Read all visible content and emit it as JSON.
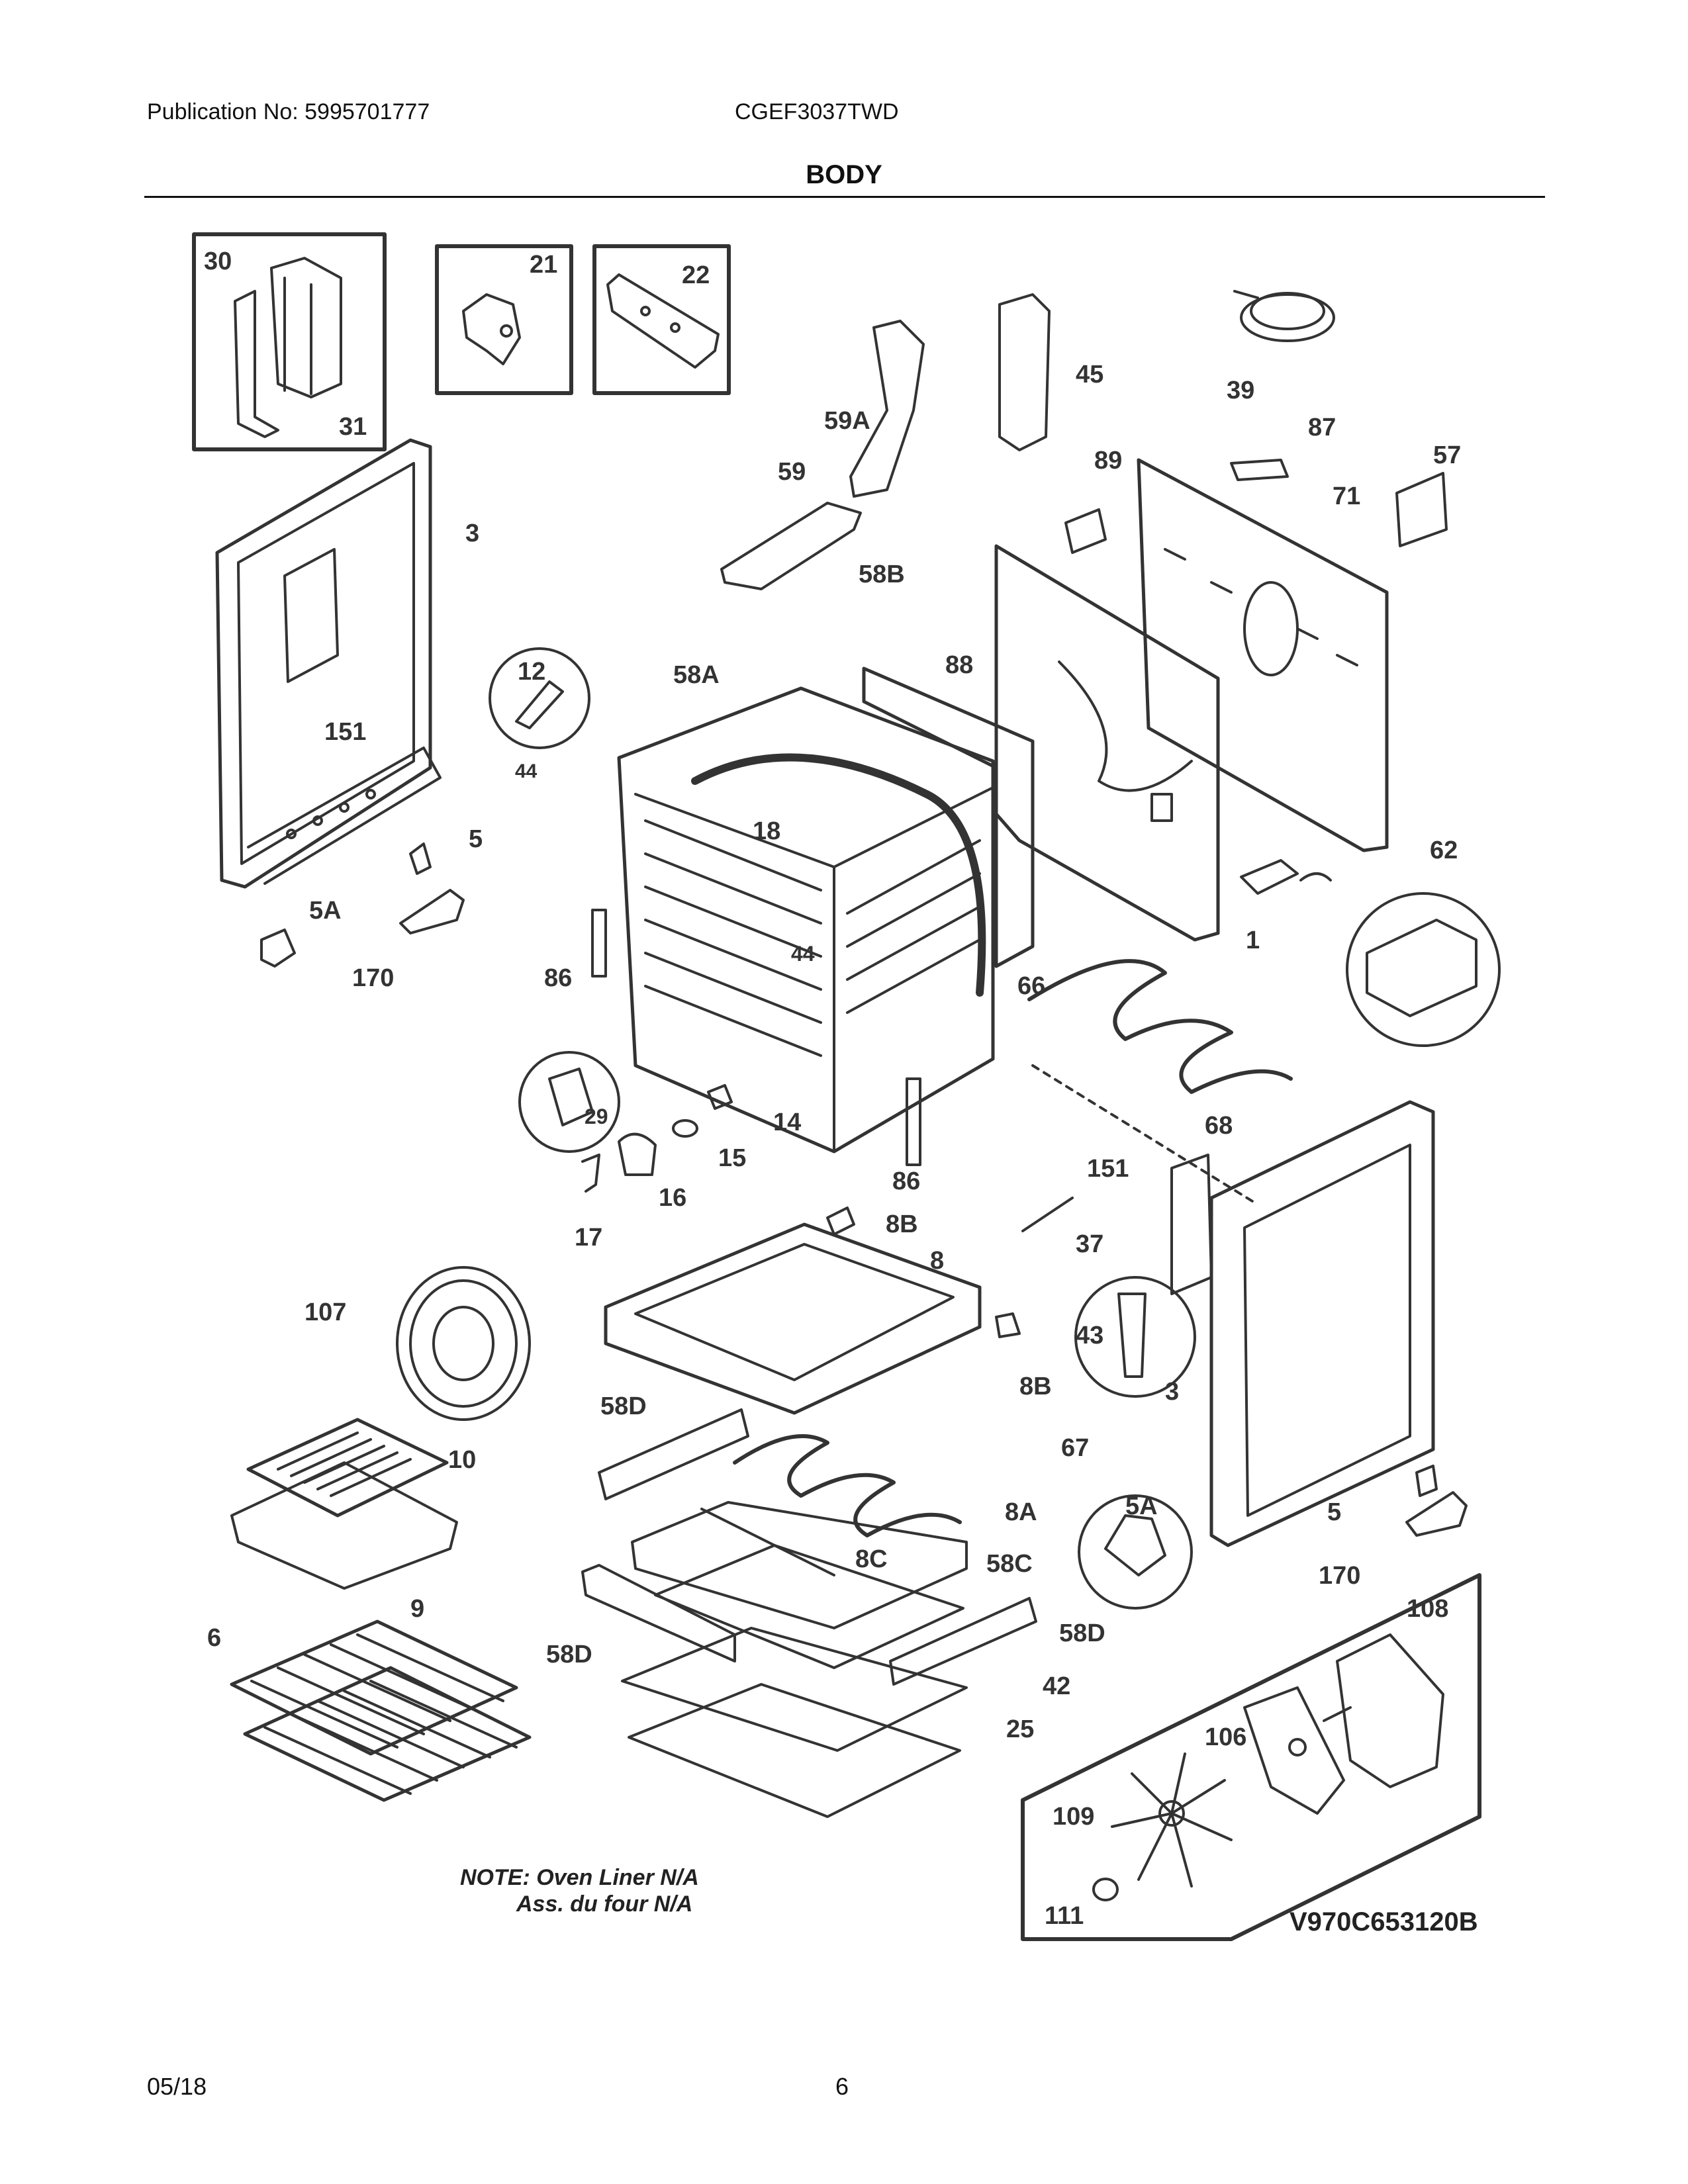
{
  "header": {
    "publication": "Publication No: 5995701777",
    "model": "CGEF3037TWD",
    "title": "BODY"
  },
  "callouts": {
    "c30": "30",
    "c31": "31",
    "c21": "21",
    "c22": "22",
    "c45": "45",
    "c39": "39",
    "c59a": "59A",
    "c59": "59",
    "c87": "87",
    "c57": "57",
    "c89": "89",
    "c71": "71",
    "c3a": "3",
    "c58b": "58B",
    "c88": "88",
    "c12": "12",
    "c58a": "58A",
    "c151a": "151",
    "c44a": "44",
    "c18": "18",
    "c5a": "5",
    "c62": "62",
    "c5aa": "5A",
    "c44b": "44",
    "c1": "1",
    "c170a": "170",
    "c86a": "86",
    "c66": "66",
    "c29": "29",
    "c14": "14",
    "c15": "15",
    "c68": "68",
    "c16": "16",
    "c86b": "86",
    "c151b": "151",
    "c17": "17",
    "c8ba": "8B",
    "c37": "37",
    "c8": "8",
    "c107": "107",
    "c43": "43",
    "c8bb": "8B",
    "c3b": "3",
    "c58da": "58D",
    "c10": "10",
    "c67": "67",
    "c5ab": "5A",
    "c8a": "8A",
    "c5b": "5",
    "c9": "9",
    "c8c": "8C",
    "c58c": "58C",
    "c170b": "170",
    "c6": "6",
    "c58db": "58D",
    "c58dc": "58D",
    "c108": "108",
    "c42": "42",
    "c106": "106",
    "c25": "25",
    "c109": "109",
    "c111": "111"
  },
  "note": {
    "line1": "NOTE: Oven Liner N/A",
    "line2": "Ass. du four N/A"
  },
  "diagram_code": "V970C653120B",
  "footer": {
    "date": "05/18",
    "page": "6"
  }
}
